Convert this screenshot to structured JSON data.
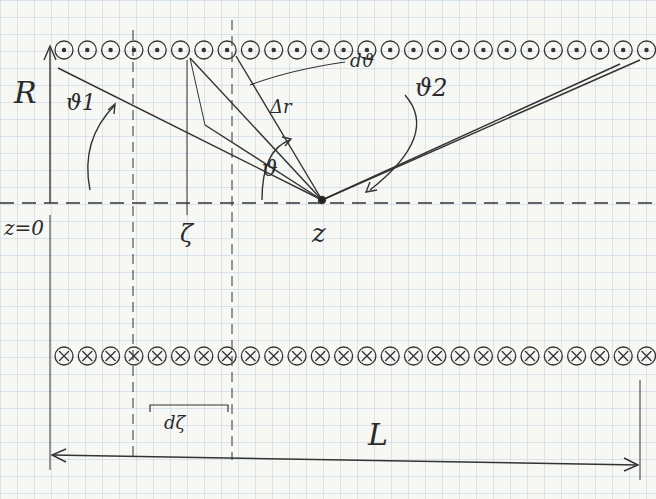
{
  "diagram": {
    "labels": [
      "R",
      "ϑ1",
      "dϑ",
      "Δr",
      "ϑ2",
      "ϑ",
      "z",
      "z=0",
      "ζ",
      "dζ",
      "L"
    ]
  }
}
